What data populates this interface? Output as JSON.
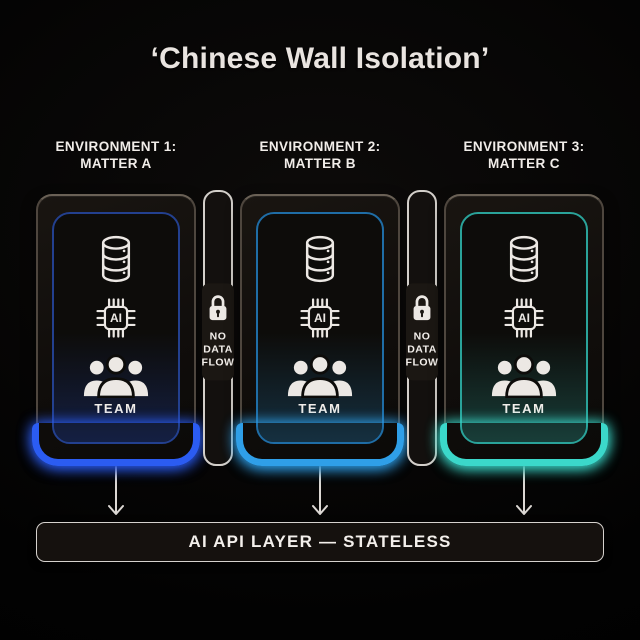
{
  "page": {
    "title": "‘Chinese Wall Isolation’",
    "background": "#000000"
  },
  "environments": [
    {
      "name": "ENVIRONMENT 1:",
      "matter": "MATTER A",
      "accent": "#2b5cf2",
      "accent_dim": "#23408f"
    },
    {
      "name": "ENVIRONMENT 2:",
      "matter": "MATTER B",
      "accent": "#2f9fe8",
      "accent_dim": "#1f6da6"
    },
    {
      "name": "ENVIRONMENT 3:",
      "matter": "MATTER C",
      "accent": "#3bd8ca",
      "accent_dim": "#2aa39a"
    }
  ],
  "card": {
    "chip_label": "AI",
    "team_label": "TEAM",
    "icons": [
      "database-icon",
      "ai-chip-icon",
      "team-icon"
    ]
  },
  "barrier": {
    "icon": "lock-icon",
    "line1": "NO",
    "line2": "DATA",
    "line3": "FLOW"
  },
  "api_bar": {
    "label": "AI API LAYER — STATELESS"
  },
  "colors": {
    "background": "#000000",
    "text": "#f1ede9",
    "card_border": "#4e463e",
    "pill_border": "#d3cfca",
    "icon": "#ece8e4"
  }
}
